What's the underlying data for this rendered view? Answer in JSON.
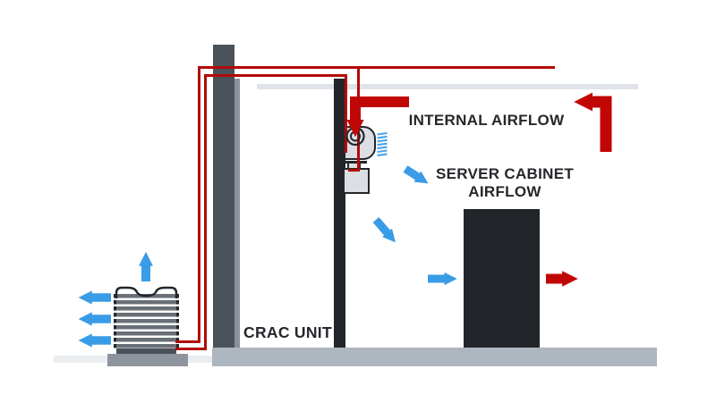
{
  "labels": {
    "internal_airflow": "INTERNAL AIRFLOW",
    "server_cabinet_line1": "SERVER CABINET",
    "server_cabinet_line2": "AIRFLOW",
    "crac_unit": "CRAC UNIT"
  },
  "colors": {
    "pipe_red": "#b30909",
    "hot_arrow": "#c10606",
    "cold_arrow": "#3a9ce6",
    "fin_blue": "#4aa3e8",
    "wall_dark": "#4a515a",
    "wall_stripe": "#8b9199",
    "cabinet_dark": "#22262b",
    "ceiling": "#e0e4e9",
    "raised_floor": "#aeb6c0",
    "ground": "#eaedf0",
    "condenser_base": "#8d949c",
    "coil_bar": "#696f77",
    "coil_dark": "#4a5058",
    "equipment_fill": "#dbdee2",
    "outline_dark": "#22262b",
    "label_text": "#25272b"
  },
  "arrows": [
    {
      "name": "hot-internal-airflow-down-into-crac-fan",
      "color": "red",
      "direction": "left-then-down"
    },
    {
      "name": "hot-internal-airflow-return-at-ceiling",
      "color": "red",
      "direction": "up-then-left"
    },
    {
      "name": "hot-exhaust-out-of-server-cabinet",
      "color": "red",
      "direction": "right"
    },
    {
      "name": "cold-supply-diagonal-from-crac",
      "color": "blue",
      "direction": "down-right"
    },
    {
      "name": "cold-supply-diagonal-to-cabinet",
      "color": "blue",
      "direction": "down-right"
    },
    {
      "name": "cold-intake-into-server-cabinet",
      "color": "blue",
      "direction": "right"
    },
    {
      "name": "condenser-exhaust-up",
      "color": "blue",
      "direction": "up"
    },
    {
      "name": "condenser-exhaust-left-1",
      "color": "blue",
      "direction": "left"
    },
    {
      "name": "condenser-exhaust-left-2",
      "color": "blue",
      "direction": "left"
    },
    {
      "name": "condenser-exhaust-left-3",
      "color": "blue",
      "direction": "left"
    }
  ]
}
